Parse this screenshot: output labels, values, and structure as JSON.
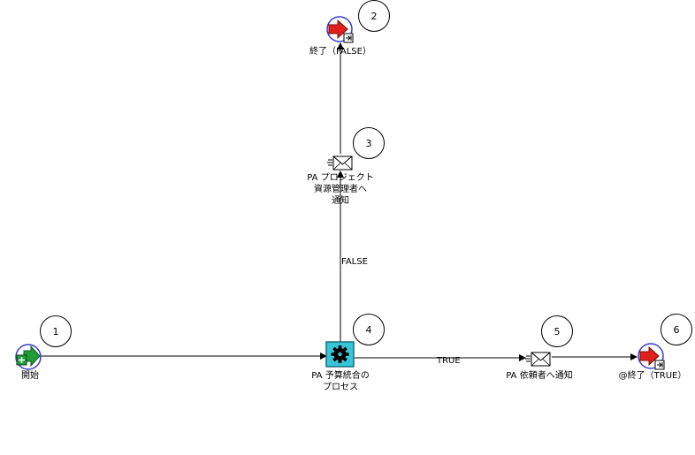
{
  "nodes": {
    "start": {
      "label": "開始",
      "number": "1",
      "icon": "start-arrow-icon"
    },
    "end_false": {
      "label": "終了（FALSE）",
      "number": "2",
      "icon": "end-stop-icon"
    },
    "notify_pm": {
      "label_lines": [
        "PA プロジェクト",
        "資源管理者へ",
        "通知"
      ],
      "number": "3",
      "icon": "envelope-icon"
    },
    "process": {
      "label_lines": [
        "PA 予算統合の",
        "プロセス"
      ],
      "number": "4",
      "icon": "gear-icon"
    },
    "notify_req": {
      "label": "PA 依頼者へ通知",
      "number": "5",
      "icon": "envelope-icon"
    },
    "end_true": {
      "label": "@終了（TRUE）",
      "number": "6",
      "icon": "end-stop-icon"
    }
  },
  "edges": {
    "false_label": "FALSE",
    "true_label": "TRUE"
  },
  "colors": {
    "start_green": "#1f9e3a",
    "end_red": "#e0201b",
    "process_cyan": "#37c6d8",
    "node_ring": "#3a3ad0"
  }
}
